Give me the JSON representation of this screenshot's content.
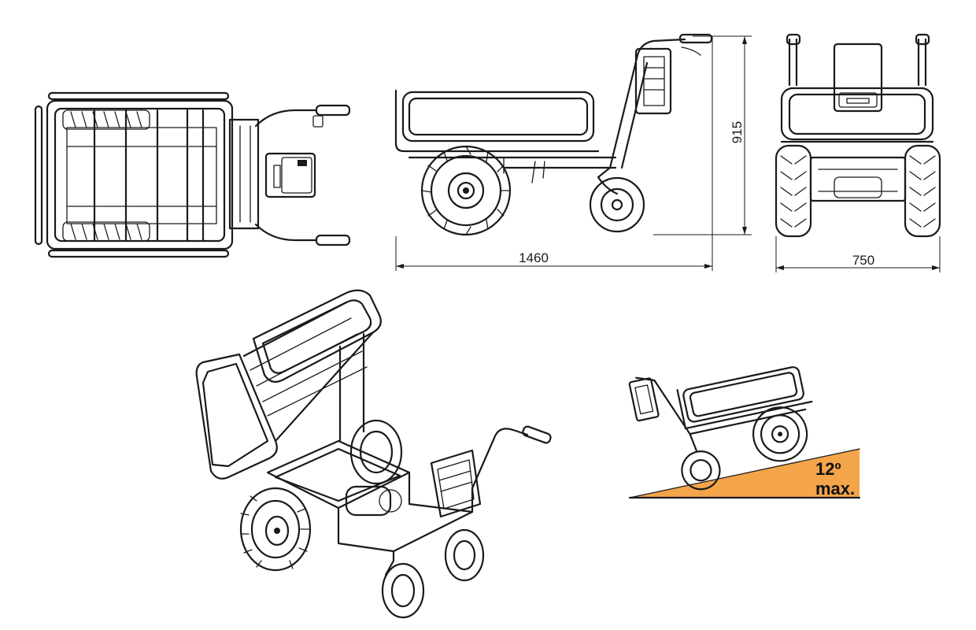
{
  "dimensions": {
    "length": "1460",
    "height": "915",
    "width": "750"
  },
  "slope": {
    "angle_label": "12º",
    "max_label": "max.",
    "accent_color": "#f4a54a"
  },
  "views": {
    "top_view": "top-view",
    "side_view": "side-view",
    "front_view": "front-view",
    "isometric_view": "isometric-tipping-view",
    "slope_view": "slope-diagram"
  }
}
